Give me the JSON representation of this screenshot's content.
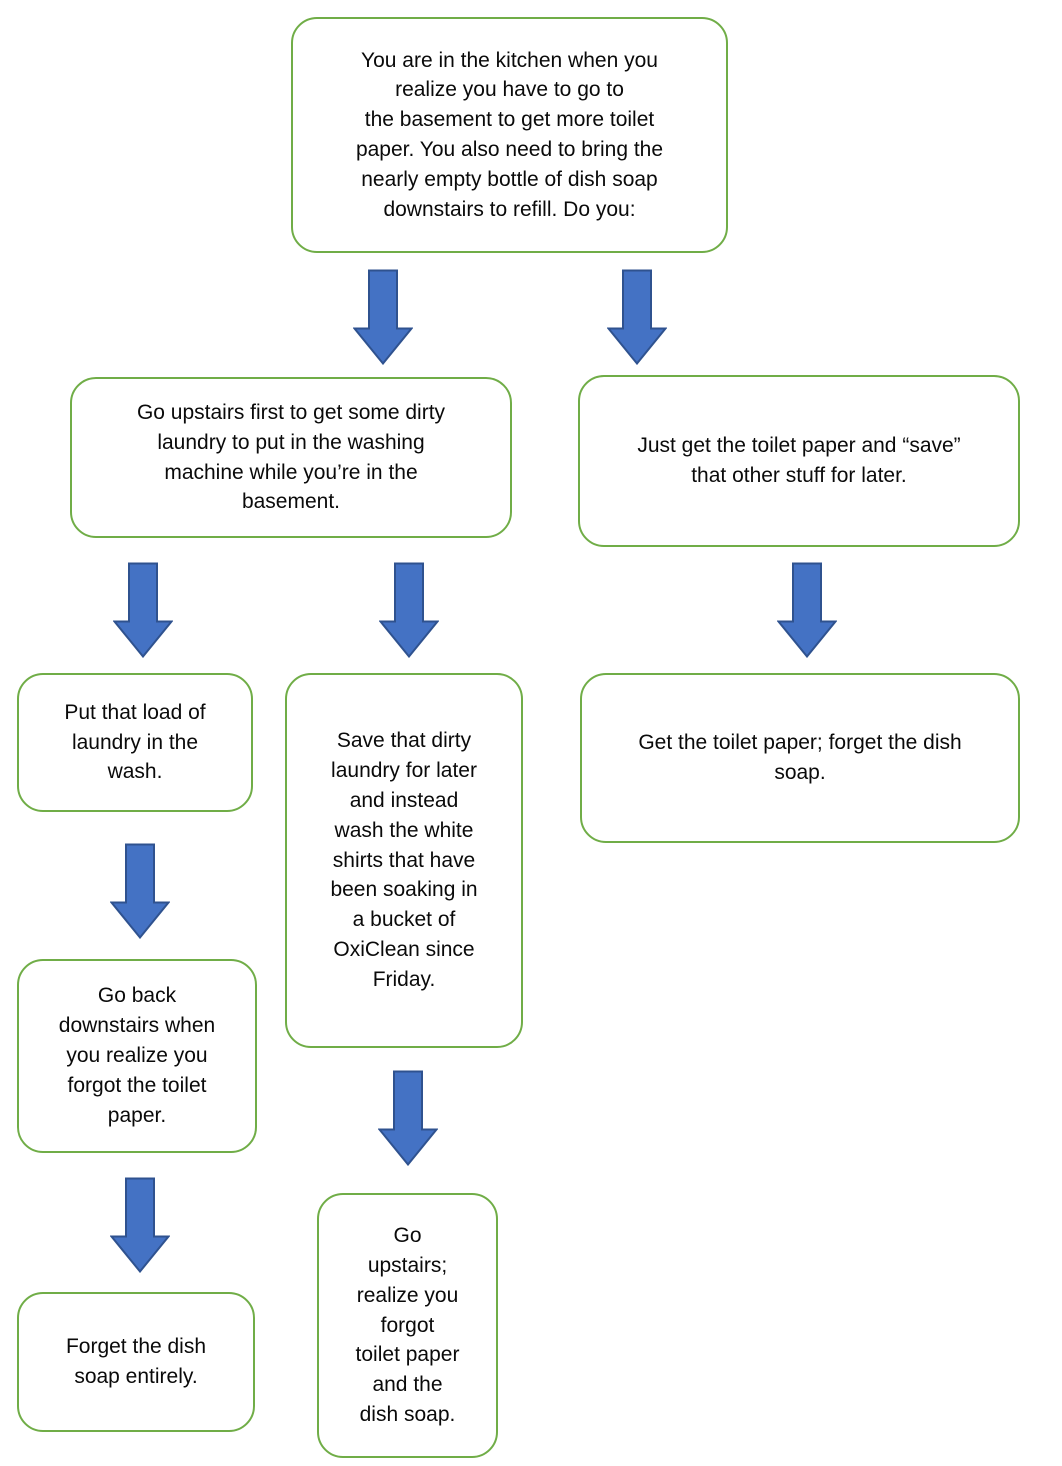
{
  "colors": {
    "box_border": "#70AD47",
    "box_fill": "#FFFFFF",
    "arrow_fill": "#4472C4",
    "arrow_border": "#2F528F",
    "text": "#0A0A0A",
    "background": "#FFFFFF"
  },
  "diagram_type": "flowchart",
  "nodes": {
    "start": {
      "text": "You are in the kitchen when you\nrealize you have to go to\nthe basement to get more toilet\npaper. You also need to bring the\nnearly empty bottle of dish soap\ndownstairs to refill. Do you:"
    },
    "laundry_first": {
      "text": "Go upstairs first to get some dirty\nlaundry to put in the washing\nmachine while you’re in the\nbasement."
    },
    "just_toilet_paper": {
      "text": "Just get the toilet paper and “save”\nthat other stuff for later."
    },
    "put_load_in_wash": {
      "text": "Put that load of\nlaundry in the\nwash."
    },
    "save_laundry_wash_whites": {
      "text": "Save that dirty\nlaundry for later\nand instead\nwash the white\nshirts that have\nbeen soaking in\na bucket of\nOxiClean since\nFriday."
    },
    "get_tp_forget_soap": {
      "text": "Get the toilet paper; forget the dish\nsoap."
    },
    "go_back_downstairs": {
      "text": "Go back\ndownstairs when\nyou realize you\nforgot the toilet\npaper."
    },
    "forget_dish_soap": {
      "text": "Forget the dish\nsoap entirely."
    },
    "go_upstairs_forgot_both": {
      "text": "Go\nupstairs;\nrealize you\nforgot\ntoilet paper\nand the\ndish soap."
    }
  },
  "edges": [
    {
      "from": "start",
      "to": "laundry_first"
    },
    {
      "from": "start",
      "to": "just_toilet_paper"
    },
    {
      "from": "laundry_first",
      "to": "put_load_in_wash"
    },
    {
      "from": "laundry_first",
      "to": "save_laundry_wash_whites"
    },
    {
      "from": "just_toilet_paper",
      "to": "get_tp_forget_soap"
    },
    {
      "from": "put_load_in_wash",
      "to": "go_back_downstairs"
    },
    {
      "from": "go_back_downstairs",
      "to": "forget_dish_soap"
    },
    {
      "from": "save_laundry_wash_whites",
      "to": "go_upstairs_forgot_both"
    }
  ]
}
